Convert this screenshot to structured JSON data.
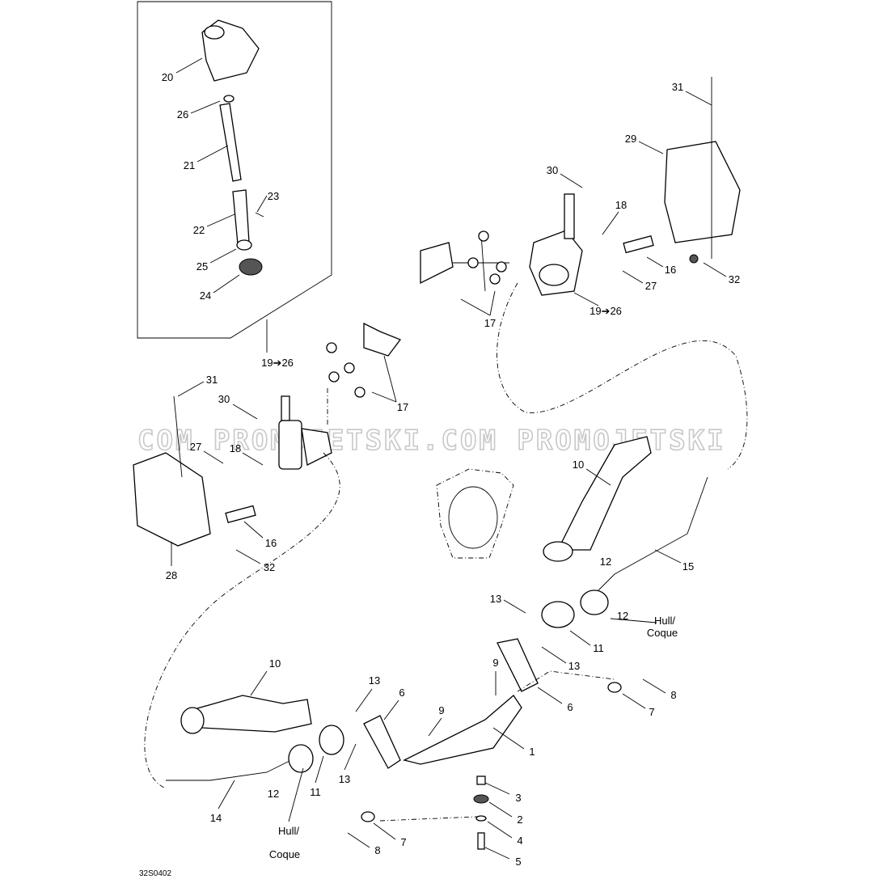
{
  "diagram": {
    "reference_code": "32S0402",
    "watermark": "COM   PROMOJETSKI.COM   PROMOJETSKI",
    "labels": [
      "20",
      "26",
      "21",
      "23",
      "22",
      "25",
      "24",
      "31",
      "29",
      "30",
      "18",
      "16",
      "32",
      "27",
      "19➔26",
      "17",
      "19➔26",
      "31",
      "30",
      "17",
      "27",
      "18",
      "16",
      "28",
      "32",
      "10",
      "15",
      "12",
      "13",
      "12",
      "Hull/",
      "Coque",
      "11",
      "13",
      "9",
      "6",
      "8",
      "7",
      "10",
      "13",
      "6",
      "9",
      "1",
      "11",
      "13",
      "12",
      "14",
      "3",
      "2",
      "4",
      "5",
      "7",
      "8",
      "Hull/",
      "Coque"
    ]
  }
}
